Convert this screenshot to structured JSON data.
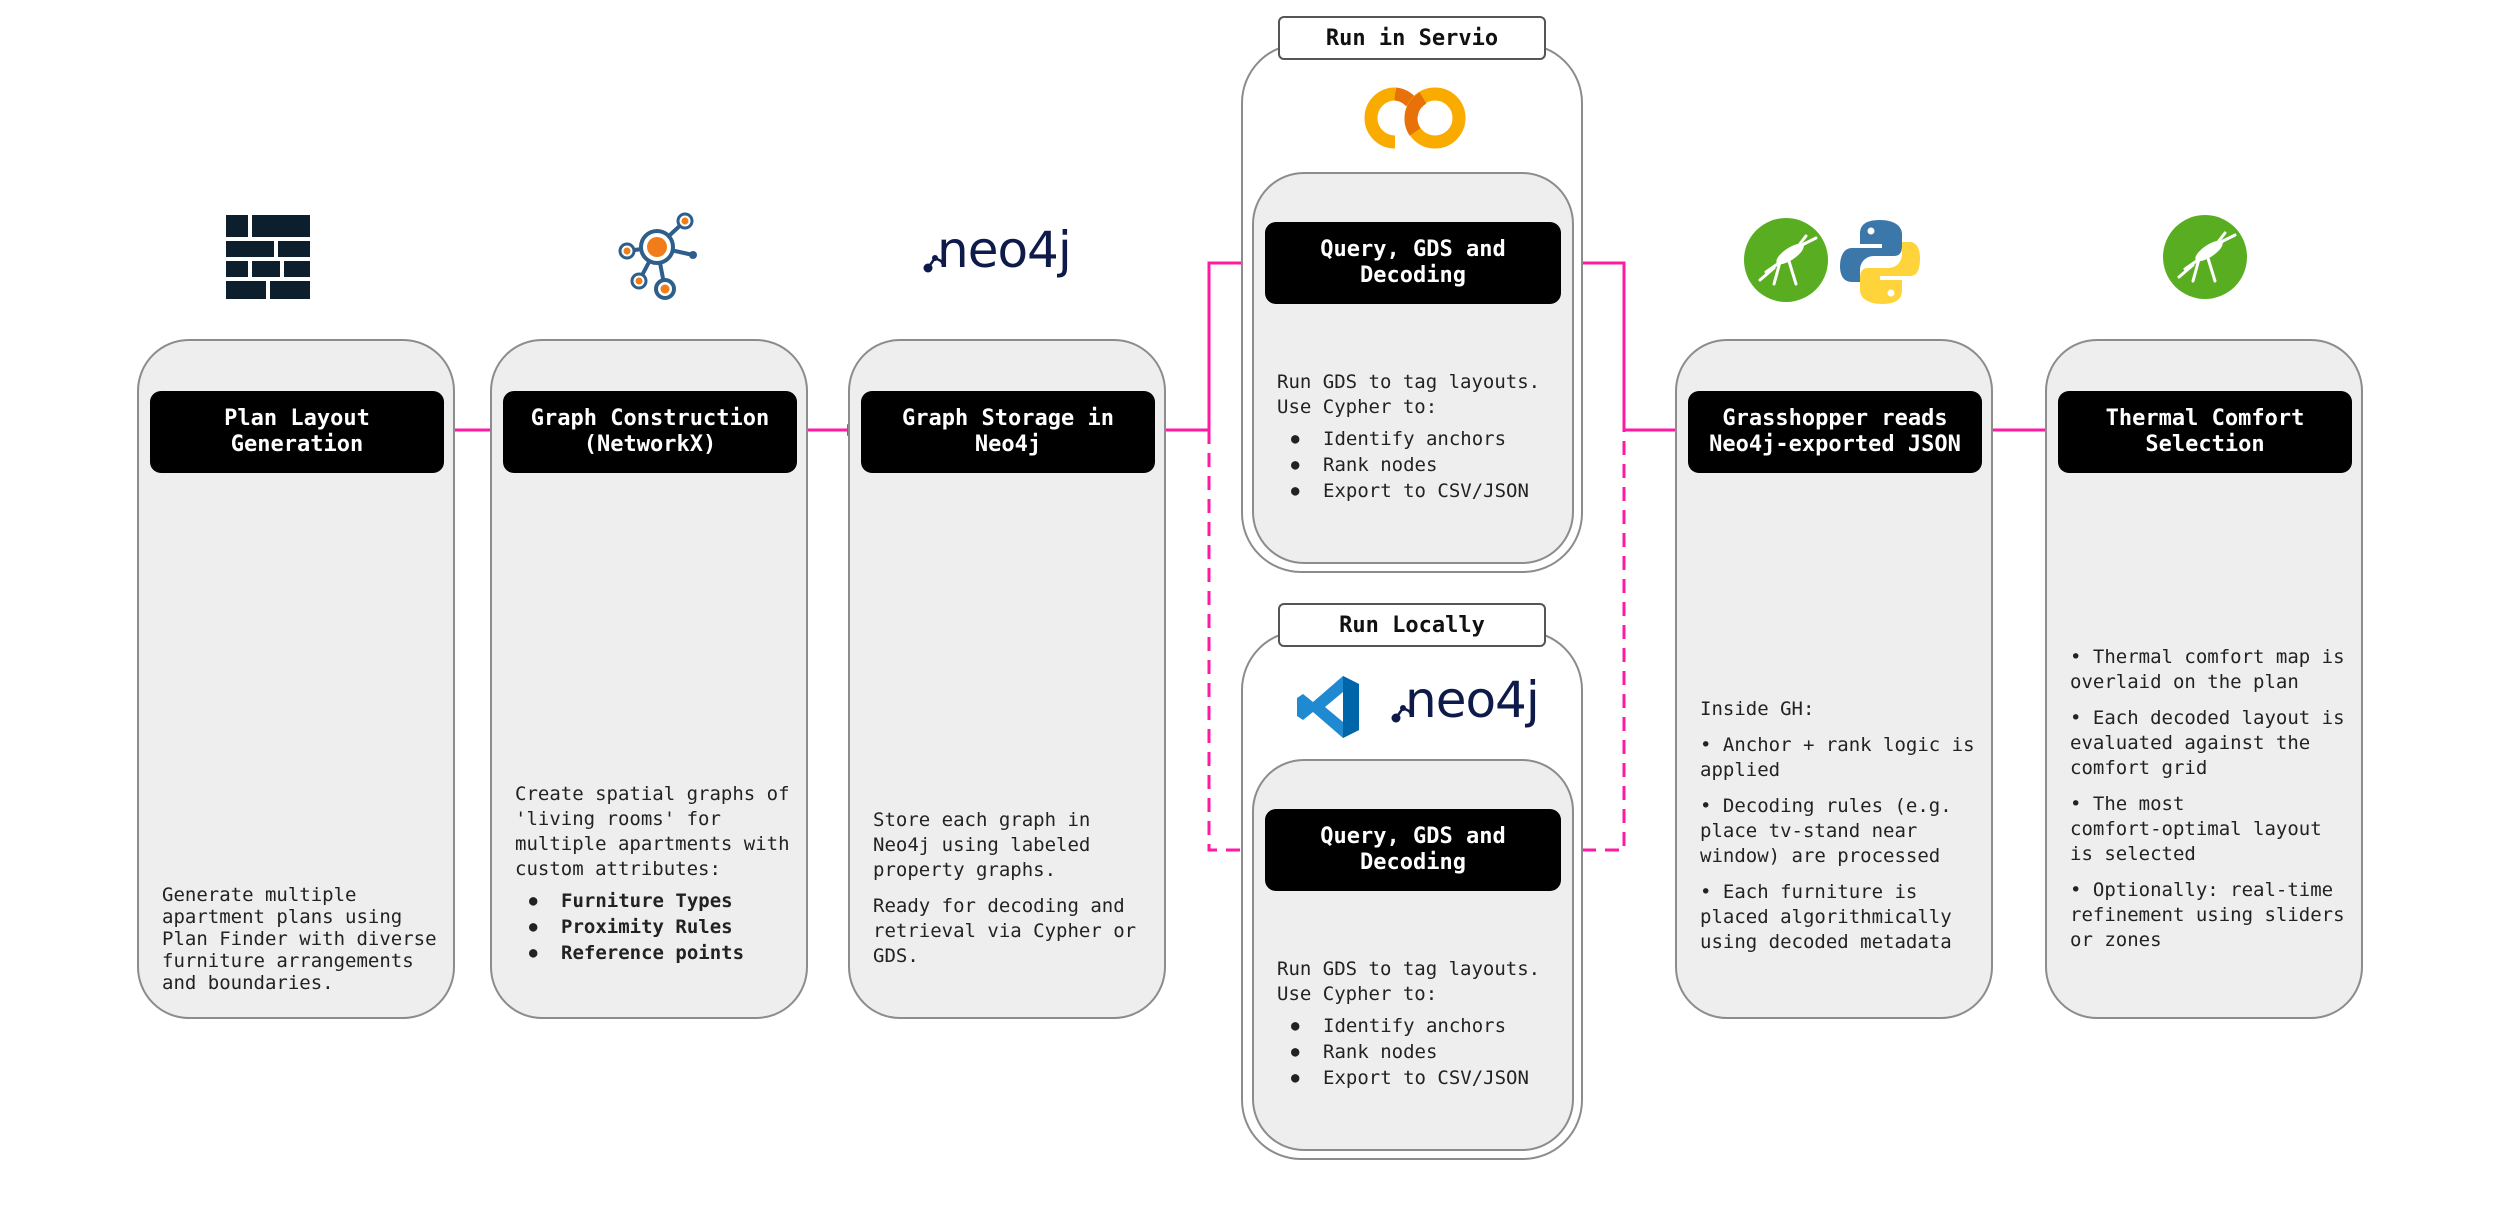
{
  "colors": {
    "arrow": "#ff1aa3",
    "card_fill": "#eeeeee",
    "card_border": "#8c8c8c",
    "header_fill": "#000000",
    "header_text": "#ffffff"
  },
  "stages": [
    {
      "id": "plan",
      "icon": "grid-blocks-icon",
      "header": "Plan Layout\nGeneration",
      "paragraphs": [
        "Generate multiple\napartment plans using\nPlan Finder with diverse\nfurniture arrangements\nand boundaries."
      ]
    },
    {
      "id": "graph",
      "icon": "networkx-icon",
      "header": "Graph Construction\n(NetworkX)",
      "paragraphs": [
        "Create spatial graphs of\n'living rooms' for\nmultiple apartments with\ncustom attributes:"
      ],
      "bullets": [
        "Furniture Types",
        "Proximity Rules",
        "Reference points"
      ]
    },
    {
      "id": "storage",
      "icon": "neo4j-logo",
      "logo_text": "neo4j",
      "header": "Graph Storage in\nNeo4j",
      "paragraphs": [
        "Store each graph in\nNeo4j using labeled\nproperty graphs.",
        "Ready for decoding and\nretrieval via Cypher or\nGDS."
      ]
    },
    {
      "id": "grasshopper",
      "icon": "grasshopper-python-icons",
      "header": "Grasshopper reads\nNeo4j-exported JSON",
      "paragraphs": [
        "Inside GH:",
        "• Anchor + rank logic is\napplied",
        "• Decoding rules (e.g.\nplace tv-stand near\nwindow) are processed",
        "• Each furniture is\nplaced algorithmically\nusing decoded metadata"
      ]
    },
    {
      "id": "thermal",
      "icon": "grasshopper-icon",
      "header": "Thermal Comfort\nSelection",
      "paragraphs": [
        "• Thermal comfort map is\noverlaid on the plan",
        "• Each decoded layout is\nevaluated against the\ncomfort grid",
        "• The most\ncomfort-optimal layout\nis selected",
        "• Optionally: real-time\nrefinement using sliders\nor zones"
      ]
    }
  ],
  "run_options": [
    {
      "id": "servio",
      "label": "Run in Servio",
      "icon": "colab-icon",
      "header": "Query, GDS and\nDecoding",
      "intro": "Run GDS to tag layouts.\n Use Cypher to:",
      "bullets": [
        "Identify anchors",
        "Rank nodes",
        "Export to CSV/JSON"
      ]
    },
    {
      "id": "local",
      "label": "Run Locally",
      "icon": "vscode-neo4j-icons",
      "logo_text": "neo4j",
      "header": "Query, GDS and\nDecoding",
      "intro": "Run GDS to tag layouts.\n Use Cypher to:",
      "bullets": [
        "Identify anchors",
        "Rank nodes",
        "Export to CSV/JSON"
      ]
    }
  ]
}
